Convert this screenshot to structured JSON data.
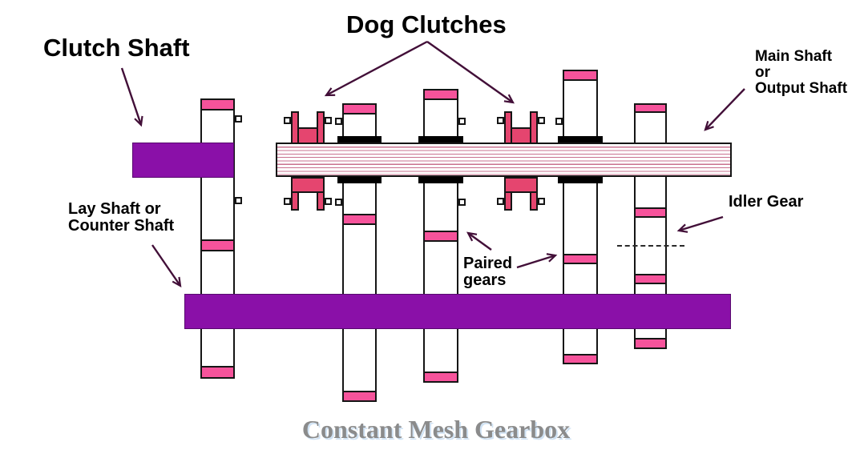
{
  "diagram": {
    "title": "Constant Mesh Gearbox",
    "labels": {
      "clutch_shaft": "Clutch Shaft",
      "dog_clutches": "Dog Clutches",
      "main_shaft_line1": "Main Shaft",
      "main_shaft_line2": "or",
      "main_shaft_line3": "Output Shaft",
      "lay_shaft_line1": "Lay Shaft or",
      "lay_shaft_line2": "Counter Shaft",
      "paired_gears_line1": "Paired",
      "paired_gears_line2": "gears",
      "idler_gear": "Idler Gear"
    },
    "colors": {
      "gear_pink": "#f6539b",
      "dog_clutch_crimson": "#e5456f",
      "shaft_purple": "#8a10a8",
      "shaft_stripe_pink": "#c9718f",
      "arrow_maroon": "#420f38",
      "title_gray": "#8b8b8b"
    }
  }
}
